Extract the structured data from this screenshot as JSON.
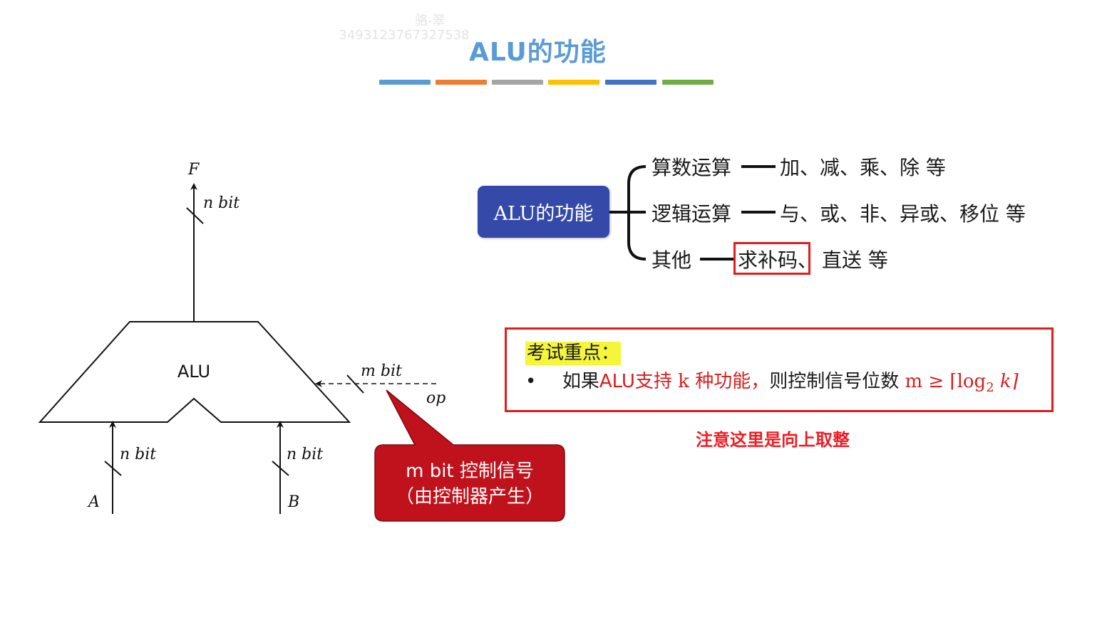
{
  "watermark": {
    "line1": "骆-翠",
    "line2": "3493123767327538"
  },
  "title": "ALU的功能",
  "color_bars": [
    {
      "color": "#5b9bd5"
    },
    {
      "color": "#ed7d31"
    },
    {
      "color": "#a5a5a5"
    },
    {
      "color": "#ffc000"
    },
    {
      "color": "#4472c4"
    },
    {
      "color": "#70ad47"
    }
  ],
  "mindmap": {
    "root": "ALU的功能",
    "branches": [
      {
        "name": "算数运算",
        "detail": "加、减、乘、除 等"
      },
      {
        "name": "逻辑运算",
        "detail": "与、或、非、异或、移位 等"
      },
      {
        "name": "其他",
        "detail_highlight": "求补码、",
        "detail_rest": "直送 等"
      }
    ]
  },
  "exam": {
    "heading": "考试重点：",
    "bullet": "•",
    "p1": "如果",
    "p2": "ALU",
    "p3": "支持 k 种功能，",
    "p4": "则控制信号位数 ",
    "p5": "m ≥ ⌈log",
    "p6": "2",
    "p7": " k⌉"
  },
  "note": "注意这里是向上取整",
  "diagram": {
    "alu_label": "ALU",
    "output_label": "F",
    "output_width": "n bit",
    "input_a_label": "A",
    "input_a_width": "n bit",
    "input_b_label": "B",
    "input_b_width": "n bit",
    "control_width": "m bit",
    "control_label": "op"
  },
  "callout": {
    "line1": "m bit 控制信号",
    "line2": "（由控制器产生）"
  }
}
